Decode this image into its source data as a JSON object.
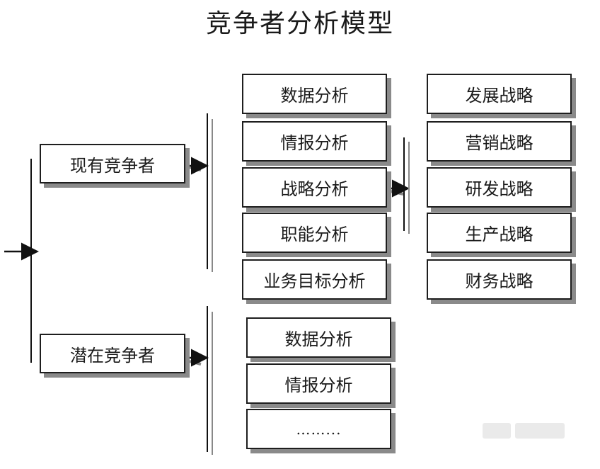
{
  "title": "竞争者分析模型",
  "competitors": {
    "existing": "现有竞争者",
    "potential": "潜在竞争者"
  },
  "existing_analysis": [
    "数据分析",
    "情报分析",
    "战略分析",
    "职能分析",
    "业务目标分析"
  ],
  "strategies": [
    "发展战略",
    "营销战略",
    "研发战略",
    "生产战略",
    "财务战略"
  ],
  "potential_analysis": [
    "数据分析",
    "情报分析",
    "……..."
  ]
}
